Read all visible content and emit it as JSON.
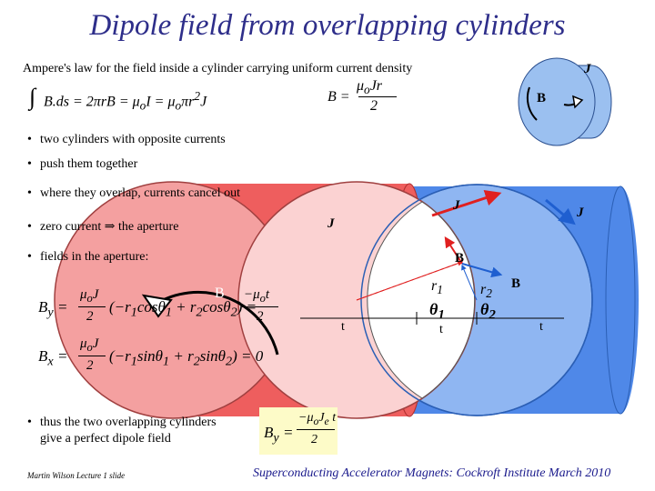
{
  "slide": {
    "title": "Dipole field from overlapping cylinders",
    "intro": "Ampere's law for the field inside a cylinder carrying uniform current density",
    "bullets": [
      "two cylinders with opposite currents",
      "push them together",
      "where they overlap, currents cancel out",
      "zero current ⇒ the aperture",
      "fields in the aperture:"
    ],
    "conclusion_line1": "thus the two overlapping cylinders",
    "conclusion_line2": "give a perfect dipole field",
    "footer_left": "Martin Wilson Lecture 1 slide",
    "footer_right": "Superconducting Accelerator Magnets:  Cockroft Institute March 2010"
  },
  "labels": {
    "J": "J",
    "B": "B",
    "r1": "r",
    "r1_sub": "1",
    "r2": "r",
    "r2_sub": "2",
    "theta1": "θ",
    "theta1_sub": "1",
    "theta2": "θ",
    "theta2_sub": "2",
    "t": "t"
  },
  "colors": {
    "title": "#2e2e8a",
    "pink_cylinder": "#f4a0a0",
    "pink_face": "#fbd2d2",
    "red_cylinder": "#ee5e5e",
    "blue_cylinder": "#4f88e8",
    "blue_face": "#8fb6f2",
    "small_cylinder": "#9bc0f0",
    "arrow_red": "#e02020",
    "arrow_blue": "#1f5fd0",
    "result_box": "#fdfbc8",
    "footer_right": "#1a1a8c"
  }
}
